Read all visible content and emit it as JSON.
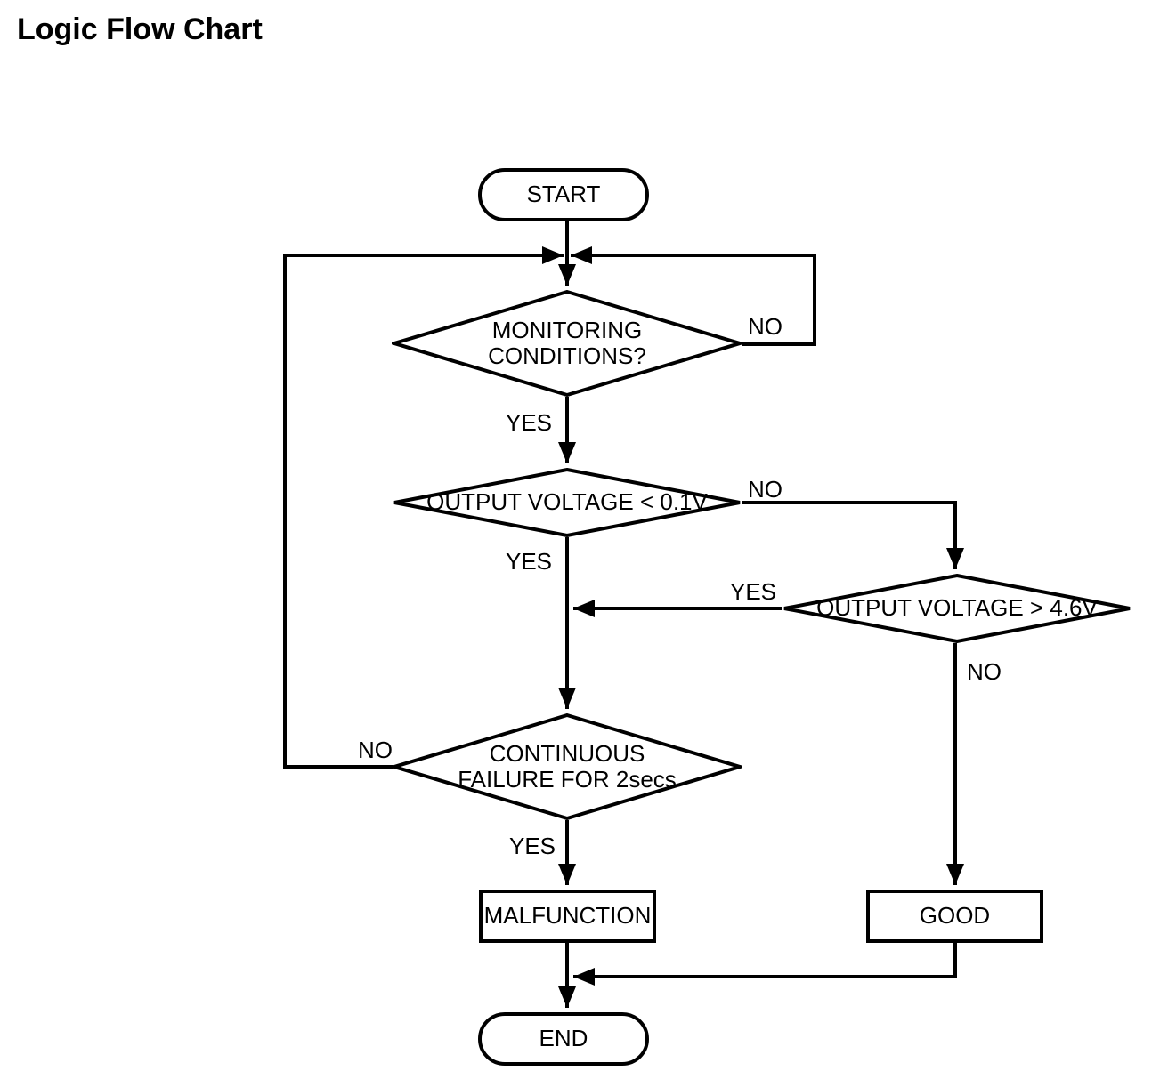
{
  "title": "Logic Flow Chart",
  "colors": {
    "line": "#000000",
    "background": "#ffffff"
  },
  "nodes": {
    "start": {
      "type": "terminator",
      "label": "START"
    },
    "monitoring": {
      "type": "decision",
      "line1": "MONITORING",
      "line2": "CONDITIONS?"
    },
    "voltage_low": {
      "type": "decision",
      "label": "OUTPUT VOLTAGE < 0.1V"
    },
    "voltage_high": {
      "type": "decision",
      "label": "OUTPUT VOLTAGE > 4.6V"
    },
    "continuous": {
      "type": "decision",
      "line1": "CONTINUOUS",
      "line2": "FAILURE FOR 2secs"
    },
    "malfunction": {
      "type": "process",
      "label": "MALFUNCTION"
    },
    "good": {
      "type": "process",
      "label": "GOOD"
    },
    "end": {
      "type": "terminator",
      "label": "END"
    }
  },
  "edge_labels": {
    "monitoring_no": "NO",
    "monitoring_yes": "YES",
    "voltage_low_no": "NO",
    "voltage_low_yes": "YES",
    "voltage_high_yes": "YES",
    "voltage_high_no": "NO",
    "continuous_no": "NO",
    "continuous_yes": "YES"
  }
}
